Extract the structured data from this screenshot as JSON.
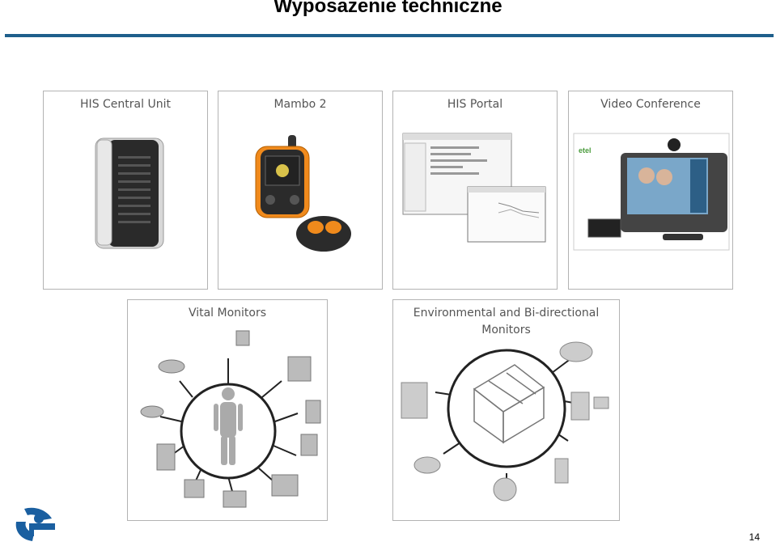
{
  "title": "Wyposażenie techniczne",
  "panels": {
    "central_unit": "HIS Central Unit",
    "mambo": "Mambo 2",
    "portal": "HIS Portal",
    "video": "Video Conference",
    "vital": "Vital Monitors",
    "env_line1": "Environmental and Bi-directional",
    "env_line2": "Monitors"
  },
  "page_number": "14",
  "colors": {
    "accent": "#1f5f8b",
    "logo": "#1a5fa0",
    "orange": "#f08a1c"
  }
}
